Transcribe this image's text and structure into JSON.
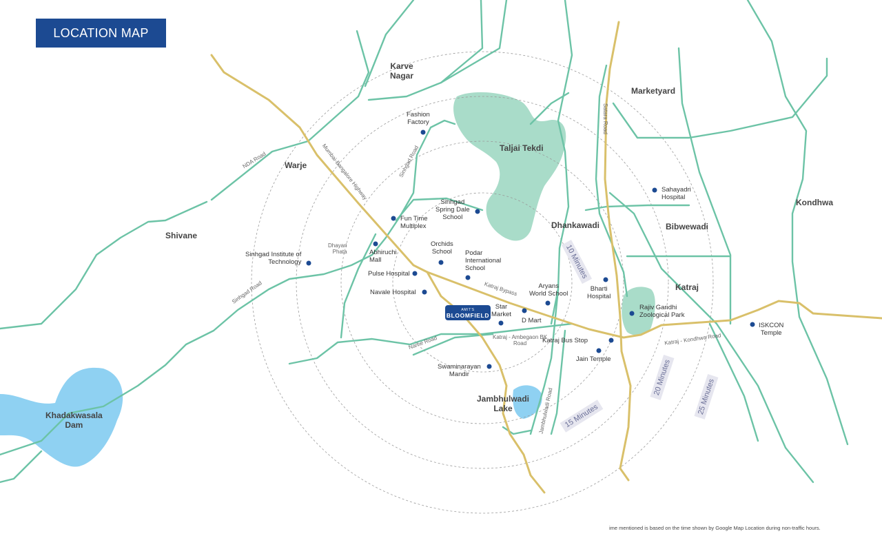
{
  "title": "LOCATION MAP",
  "colors": {
    "accent": "#1c4a92",
    "highway": "#d9c06a",
    "road": "#6cc3a6",
    "water": "#8fd1f2",
    "green": "#a9dcc9"
  },
  "areas": {
    "karve_nagar": "Karve\nNagar",
    "marketyard": "Marketyard",
    "taljai": "Taljai Tekdi",
    "warje": "Warje",
    "shivane": "Shivane",
    "dhankawadi": "Dhankawadi",
    "bibwewadi": "Bibwewadi",
    "kondhwa": "Kondhwa",
    "katraj": "Katraj",
    "khadakwasala": "Khadakwasala\nDam",
    "jambhulwadi": "Jambhulwadi\nLake"
  },
  "places": {
    "fashion_factory": "Fashion\nFactory",
    "sahyadri": "Sahayadri\nHospital",
    "sinhgad_spring": "Sinhgad\nSpring Dale\nSchool",
    "fun_time": "Fun Time\nMultiplex",
    "sinhgad_inst": "Sinhgad Institute of\nTechnology",
    "abhiruchi": "Abhiruchi\nMall",
    "orchids": "Orchids\nSchool",
    "podar": "Podar\nInternational\nSchool",
    "pulse": "Pulse Hospital",
    "navale": "Navale Hospital",
    "aryans": "Aryans\nWorld School",
    "bharti": "Bharti\nHospital",
    "rajiv": "Rajiv Gandhi\nZoological Park",
    "star_market": "Star\nMarket",
    "dmart": "D Mart",
    "iskcon": "ISKCON\nTemple",
    "katraj_bus": "Katraj Bus Stop",
    "jain": "Jain Temple",
    "swaminarayan": "Swaminarayan\nMandir"
  },
  "roads": {
    "nda": "NDA Road",
    "mumbai_bangalore": "Mumbai-Bangalore Highway",
    "sinhgad_road_1": "Sinhgad Road",
    "sinhgad_road_2": "Sinhgad Road",
    "satara": "Satara Road",
    "dhayari": "Dhayari\nPhata",
    "katraj_bypass": "Katraj Bypass",
    "narhe": "Narhe Road",
    "ambegaon": "Katraj - Ambegaon BK\nRoad",
    "kondhwa_road": "Katraj - Kondhwa Road",
    "jambhulwadi_road": "Jambhulwadi Road"
  },
  "rings": {
    "r10": "10 Minutes",
    "r15": "15 Minutes",
    "r20": "20 Minutes",
    "r25": "25 Minutes"
  },
  "project": {
    "small": "AMIT'S",
    "main": "BLOOMFIELD"
  },
  "footnote": "ime mentioned is based on the time shown by Google Map Location during non-traffic hours."
}
